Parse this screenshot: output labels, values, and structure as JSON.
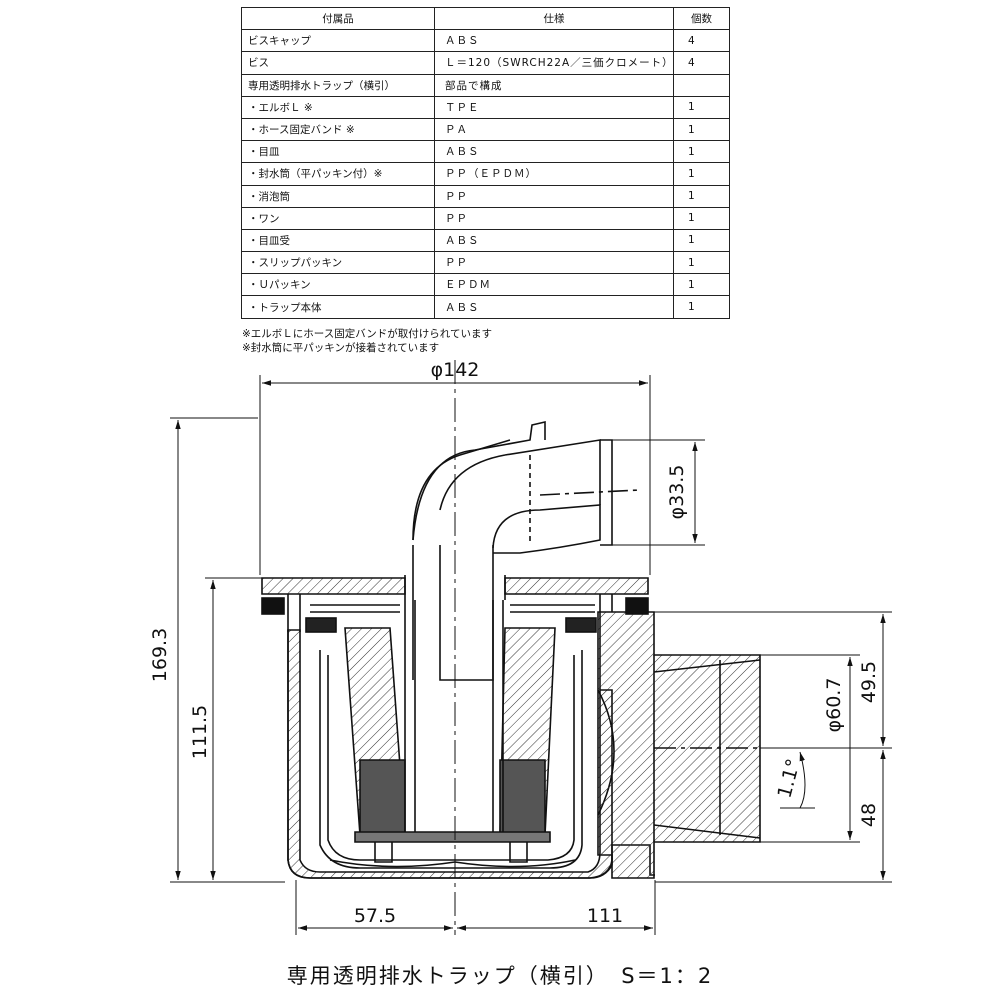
{
  "table": {
    "headers": [
      "付属品",
      "仕様",
      "個数"
    ],
    "rows": [
      {
        "part": "ビスキャップ",
        "spec": "ＡＢＳ",
        "qty": "4"
      },
      {
        "part": "ビス",
        "spec": "Ｌ＝120（SWRCH22A／三価クロメート）",
        "qty": "4"
      },
      {
        "part": "専用透明排水トラップ（横引）",
        "spec": "部品で構成",
        "qty": ""
      },
      {
        "part": "・エルボＬ ※",
        "spec": "ＴＰＥ",
        "qty": "1"
      },
      {
        "part": "・ホース固定バンド ※",
        "spec": "ＰＡ",
        "qty": "1"
      },
      {
        "part": "・目皿",
        "spec": "ＡＢＳ",
        "qty": "1"
      },
      {
        "part": "・封水筒（平パッキン付）※",
        "spec": "ＰＰ（ＥＰＤＭ）",
        "qty": "1"
      },
      {
        "part": "・消泡筒",
        "spec": "ＰＰ",
        "qty": "1"
      },
      {
        "part": "・ワン",
        "spec": "ＰＰ",
        "qty": "1"
      },
      {
        "part": "・目皿受",
        "spec": "ＡＢＳ",
        "qty": "1"
      },
      {
        "part": "・スリップパッキン",
        "spec": "ＰＰ",
        "qty": "1"
      },
      {
        "part": "・Ｕパッキン",
        "spec": "ＥＰＤＭ",
        "qty": "1"
      },
      {
        "part": "・トラップ本体",
        "spec": "ＡＢＳ",
        "qty": "1"
      }
    ]
  },
  "notes": [
    "※エルボＬにホース固定バンドが取付けられています",
    "※封水筒に平パッキンが接着されています"
  ],
  "dimensions": {
    "top_width": "φ142",
    "hose_dia": "φ33.5",
    "total_height": "169.3",
    "body_height": "111.5",
    "outlet_dia": "φ60.7",
    "outlet_height": "49.5",
    "outlet_center": "48",
    "slope": "1.1°",
    "left_offset": "57.5",
    "right_offset": "111"
  },
  "caption": "専用透明排水トラップ（横引）　S＝1：2"
}
